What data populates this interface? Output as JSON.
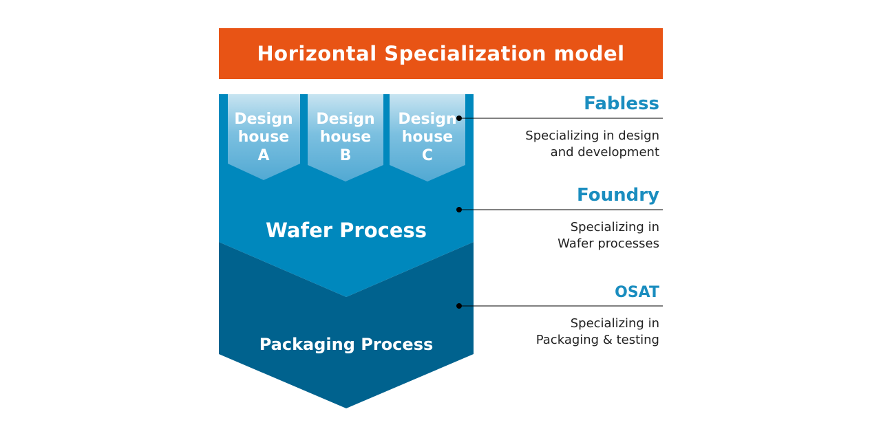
{
  "title": "Horizontal Specialization model",
  "design_houses": [
    {
      "line1": "Design",
      "line2": "house",
      "line3": "A"
    },
    {
      "line1": "Design",
      "line2": "house",
      "line3": "B"
    },
    {
      "line1": "Design",
      "line2": "house",
      "line3": "C"
    }
  ],
  "wafer_label": "Wafer Process",
  "packaging_label": "Packaging Process",
  "roles": [
    {
      "name": "Fabless",
      "desc1": "Specializing in design",
      "desc2": "and development"
    },
    {
      "name": "Foundry",
      "desc1": "Specializing in",
      "desc2": "Wafer processes"
    },
    {
      "name": "OSAT",
      "desc1": "Specializing in",
      "desc2": "Packaging & testing"
    }
  ],
  "colors": {
    "header": "#e85415",
    "wafer": "#0088bd",
    "packaging": "#00628e",
    "accent": "#1a8dbf"
  }
}
